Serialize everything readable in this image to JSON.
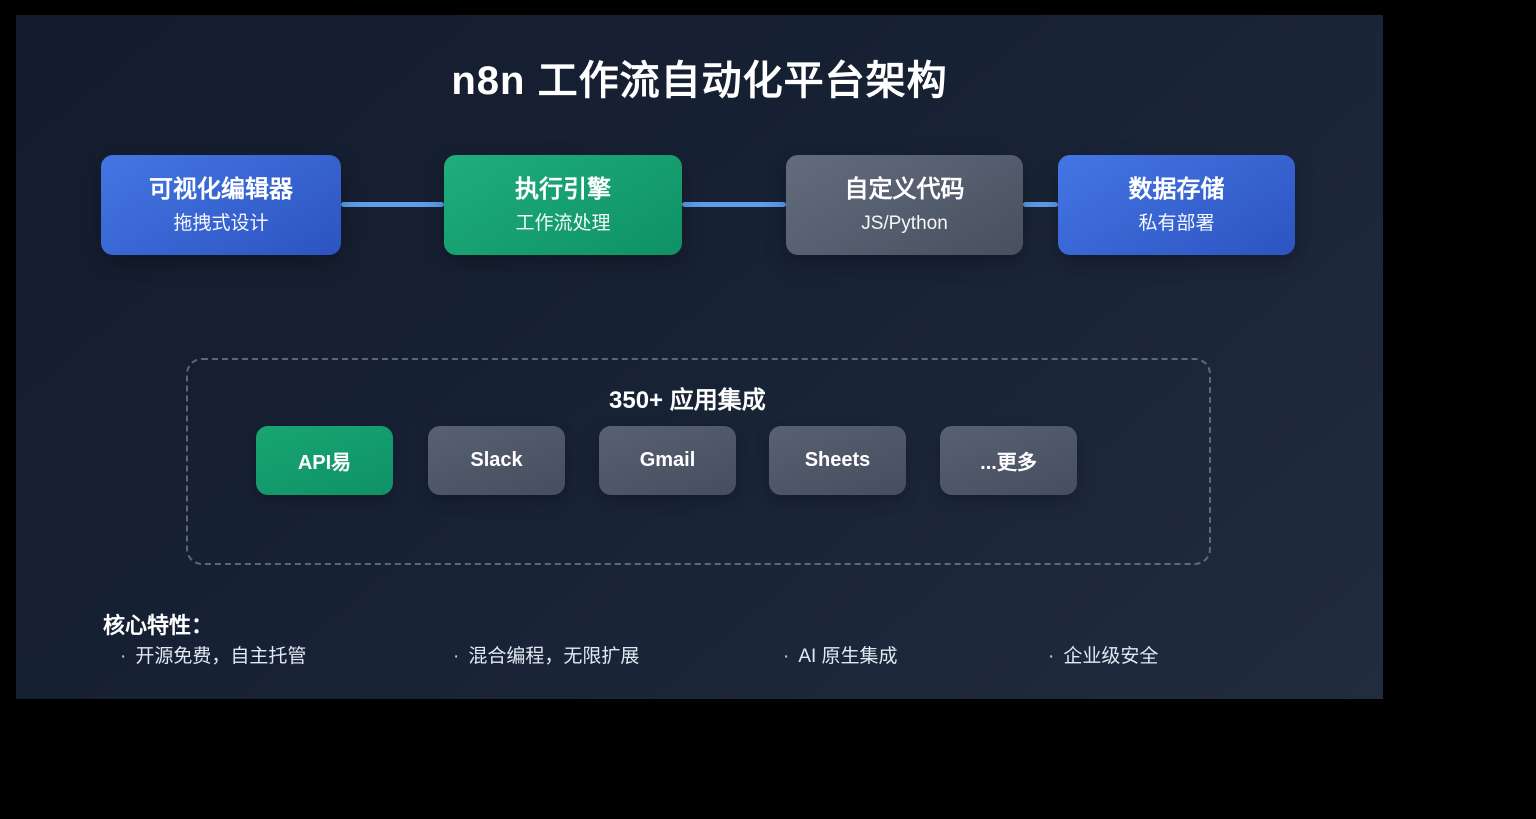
{
  "slide": {
    "title": "n8n 工作流自动化平台架构",
    "pipeline": {
      "boxes": [
        {
          "title": "可视化编辑器",
          "subtitle": "拖拽式设计",
          "variant": "blue"
        },
        {
          "title": "执行引擎",
          "subtitle": "工作流处理",
          "variant": "green"
        },
        {
          "title": "自定义代码",
          "subtitle": "JS/Python",
          "variant": "gray"
        },
        {
          "title": "数据存储",
          "subtitle": "私有部署",
          "variant": "blue"
        }
      ]
    },
    "integrations": {
      "title": "350+ 应用集成",
      "chips": [
        {
          "label": "API易",
          "variant": "green"
        },
        {
          "label": "Slack",
          "variant": "gray"
        },
        {
          "label": "Gmail",
          "variant": "gray"
        },
        {
          "label": "Sheets",
          "variant": "gray"
        },
        {
          "label": "...更多",
          "variant": "gray"
        }
      ]
    },
    "features": {
      "heading": "核心特性：",
      "bullet_char": "·",
      "items": [
        {
          "label": "开源免费，自主托管"
        },
        {
          "label": "混合编程，无限扩展"
        },
        {
          "label": "AI 原生集成"
        },
        {
          "label": "企业级安全"
        }
      ]
    },
    "colors": {
      "canvas": "#000000",
      "slide_bg_top": "#141c2d",
      "slide_bg_bottom": "#212c3e",
      "blue_box": "#3566d4",
      "green_box": "#14a070",
      "gray_box": "#565f71",
      "connector": "#5f9ce9",
      "dashed_border": "#96a0b4"
    }
  }
}
